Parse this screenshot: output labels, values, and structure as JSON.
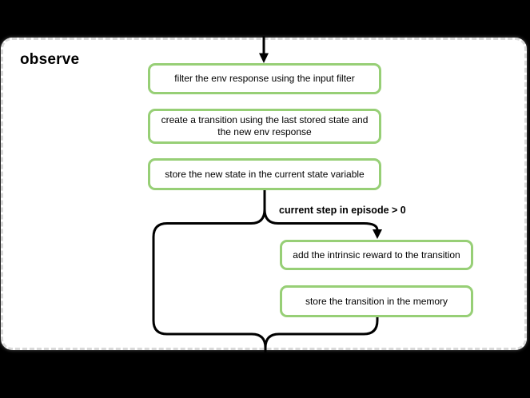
{
  "diagram": {
    "group_label": "observe",
    "nodes": [
      {
        "id": "filter-env-response",
        "label": "filter the env response using the input filter"
      },
      {
        "id": "create-transition",
        "label": "create a transition using the last stored state and the new env response"
      },
      {
        "id": "store-new-state",
        "label": "store the new state in the current state variable"
      },
      {
        "id": "add-intrinsic-reward",
        "label": "add the intrinsic reward to the transition"
      },
      {
        "id": "store-transition",
        "label": "store the transition in the memory"
      }
    ],
    "condition_label": "current step in episode > 0",
    "colors": {
      "background": "#000000",
      "container_background": "#ffffff",
      "container_border": "#d9d9d9",
      "node_border": "#97cf76",
      "connector": "#000000",
      "text": "#000000"
    }
  }
}
